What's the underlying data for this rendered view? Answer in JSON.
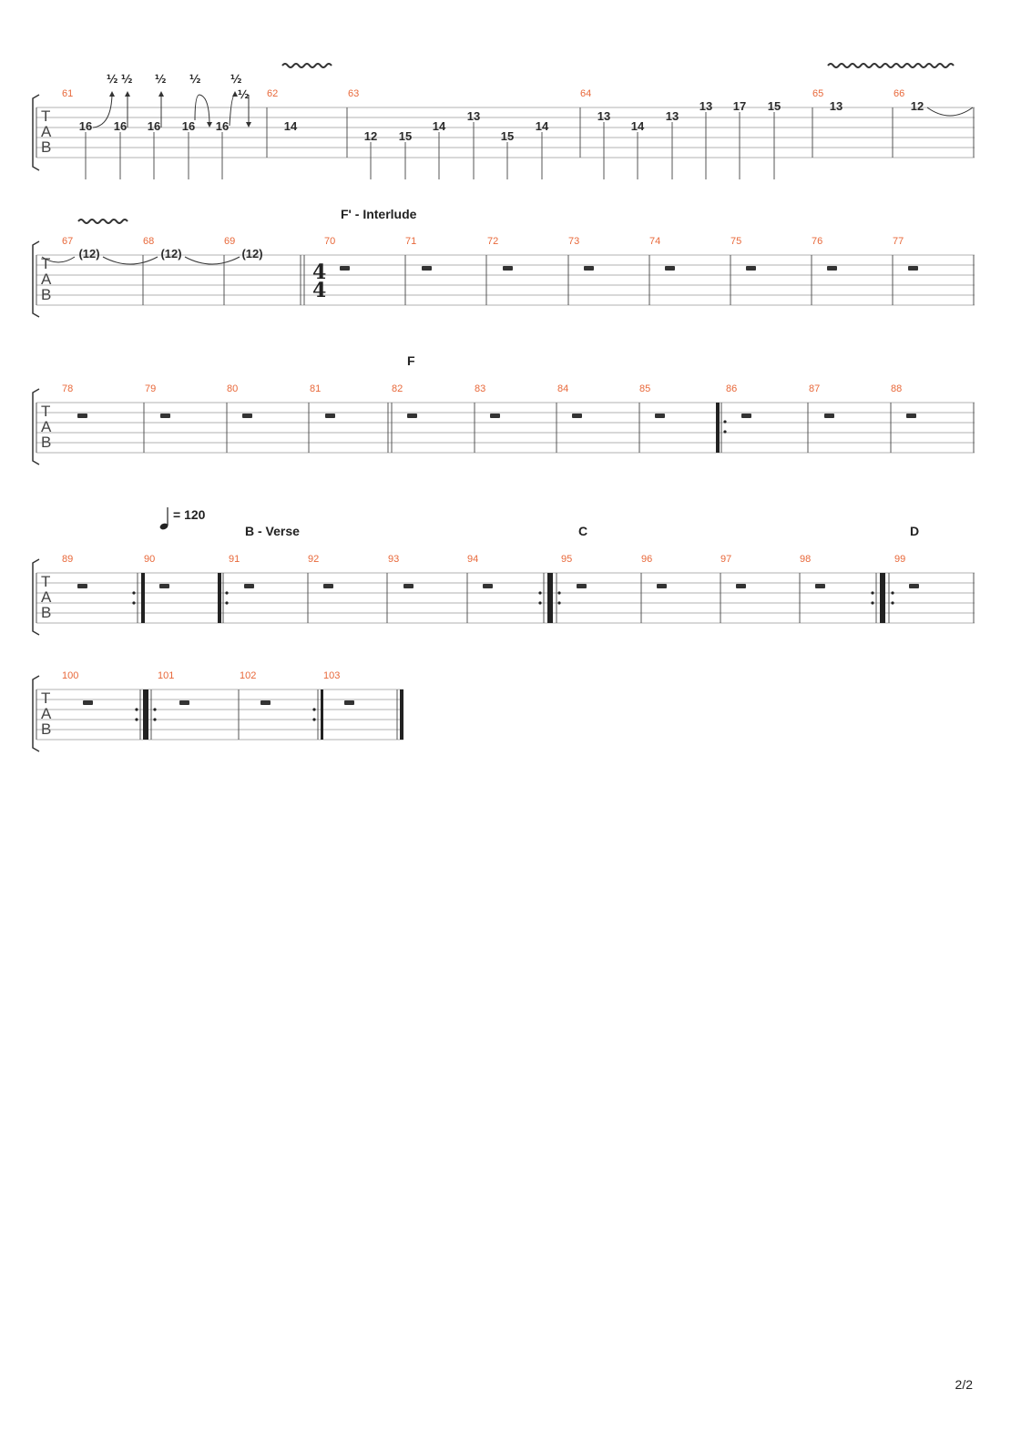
{
  "page": {
    "number": "2/2"
  },
  "tab_clef": [
    "T",
    "A",
    "B"
  ],
  "systems": [
    {
      "measures": [
        "61",
        "62",
        "63",
        "64",
        "65",
        "66"
      ],
      "notes": [
        {
          "fret": "16",
          "bend": "½"
        },
        {
          "fret": "16",
          "bend": "½"
        },
        {
          "fret": "16",
          "bend": "½"
        },
        {
          "fret": "16",
          "bend": "½"
        },
        {
          "fret": "16",
          "bend": "½"
        },
        {
          "fret": "14"
        },
        {
          "fret": "12"
        },
        {
          "fret": "15"
        },
        {
          "fret": "14"
        },
        {
          "fret": "13"
        },
        {
          "fret": "15"
        },
        {
          "fret": "14"
        },
        {
          "fret": "13"
        },
        {
          "fret": "14"
        },
        {
          "fret": "13"
        },
        {
          "fret": "13"
        },
        {
          "fret": "17"
        },
        {
          "fret": "15"
        },
        {
          "fret": "13"
        },
        {
          "fret": "12"
        }
      ]
    },
    {
      "section": "F' - Interlude",
      "time_signature": {
        "top": "4",
        "bottom": "4"
      },
      "measures": [
        "67",
        "68",
        "69",
        "70",
        "71",
        "72",
        "73",
        "74",
        "75",
        "76",
        "77"
      ],
      "notes": [
        {
          "fret": "(12)"
        },
        {
          "fret": "(12)"
        },
        {
          "fret": "(12)"
        }
      ]
    },
    {
      "section": "F",
      "measures": [
        "78",
        "79",
        "80",
        "81",
        "82",
        "83",
        "84",
        "85",
        "86",
        "87",
        "88"
      ]
    },
    {
      "tempo": "= 120",
      "sections": [
        "B - Verse",
        "C",
        "D"
      ],
      "measures": [
        "89",
        "90",
        "91",
        "92",
        "93",
        "94",
        "95",
        "96",
        "97",
        "98",
        "99"
      ]
    },
    {
      "measures": [
        "100",
        "101",
        "102",
        "103"
      ]
    }
  ],
  "colors": {
    "measure_number": "#e8683a",
    "staff_line": "#b0b0b0",
    "ink": "#2a2a2a"
  }
}
